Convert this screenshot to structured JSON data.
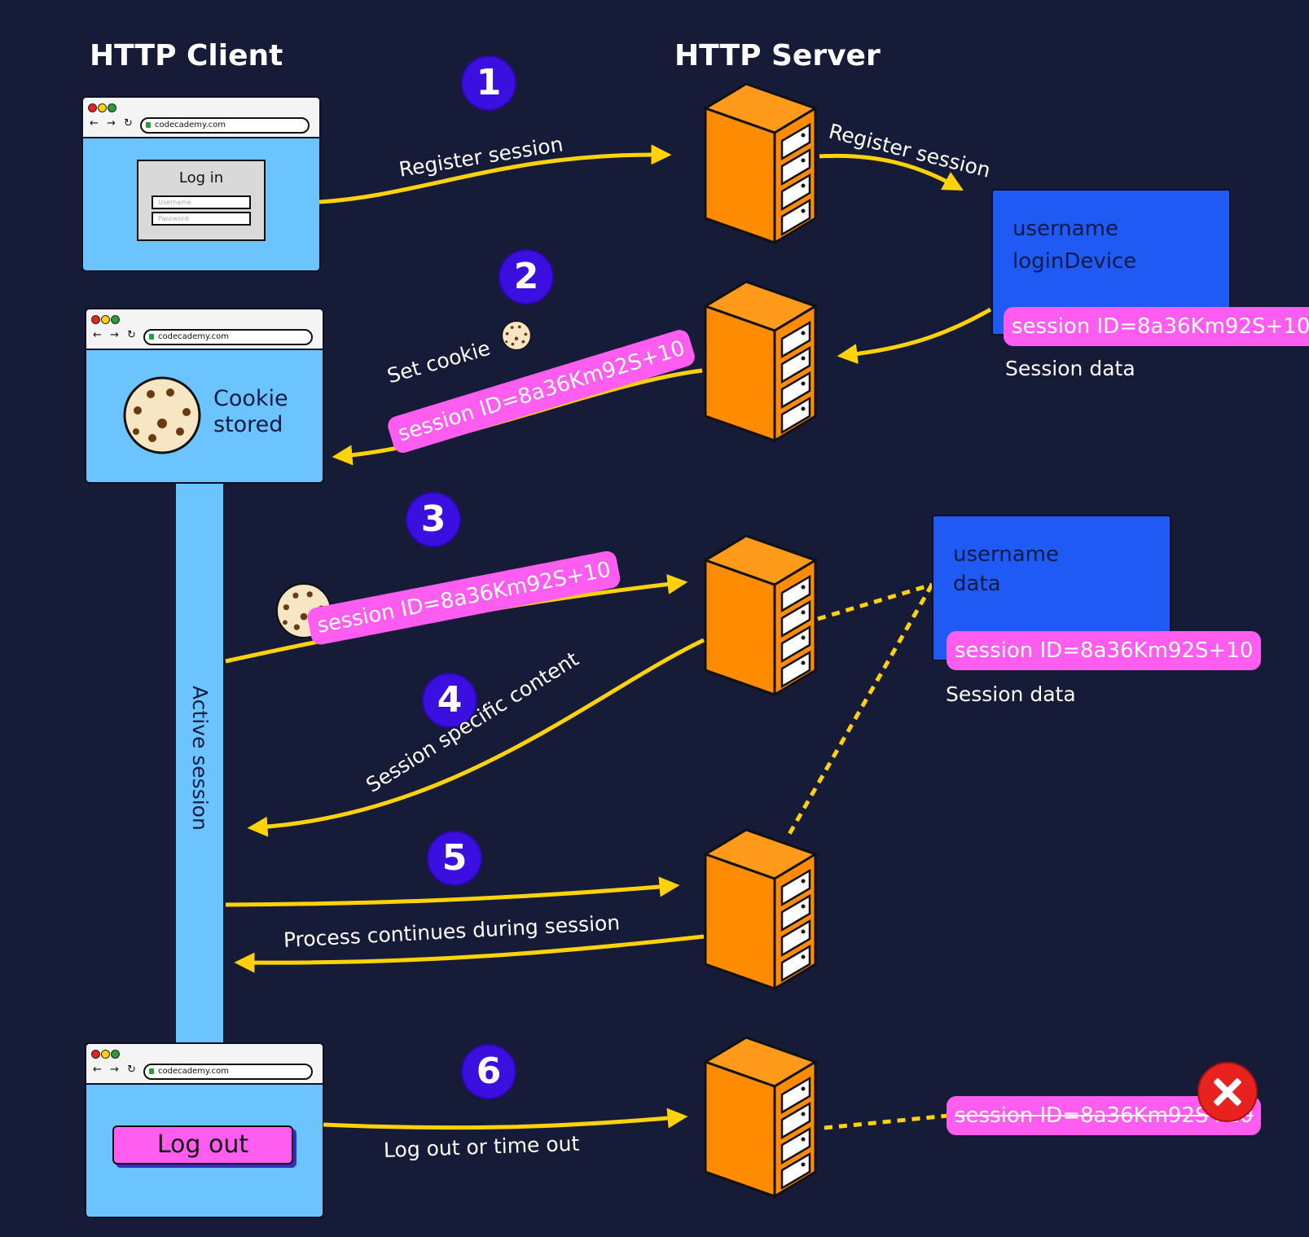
{
  "titles": {
    "client": "HTTP Client",
    "server": "HTTP Server"
  },
  "browser": {
    "url": "codecademy.com"
  },
  "login": {
    "title": "Log in",
    "username_placeholder": "Username",
    "password_placeholder": "Password"
  },
  "cookie_browser": {
    "label_line1": "Cookie",
    "label_line2": "stored"
  },
  "logout": {
    "button_label": "Log out"
  },
  "active_session": "Active session",
  "steps": [
    "1",
    "2",
    "3",
    "4",
    "5",
    "6"
  ],
  "arrows": {
    "register_session": "Register session",
    "register_session_server": "Register session",
    "set_cookie": "Set cookie",
    "session_specific": "Session specific content",
    "process_continues": "Process continues during session",
    "logout_timeout": "Log out or time out"
  },
  "session_id": "session ID=8a36Km92S+10",
  "session_store_1": {
    "field1": "username",
    "field2": "loginDevice",
    "caption": "Session data"
  },
  "session_store_2": {
    "field1": "username",
    "field2": "data",
    "caption": "Session data"
  },
  "colors": {
    "background": "#161b37",
    "arrow": "#ffd20a",
    "pill": "#ff5cf0",
    "server": "#ff8c00",
    "browser": "#6cc4ff",
    "store": "#1f5af5",
    "step": "#3a0fe0"
  }
}
